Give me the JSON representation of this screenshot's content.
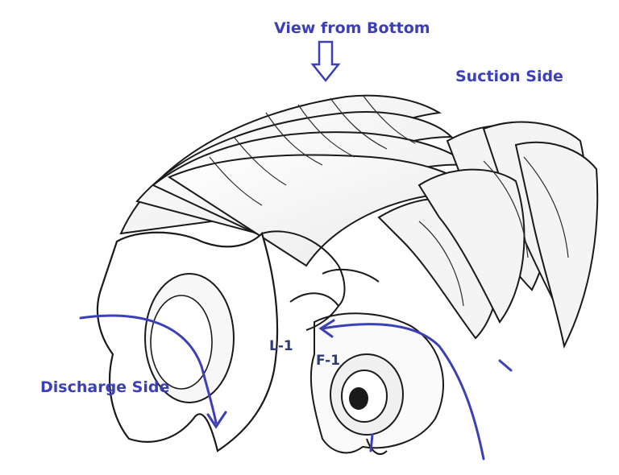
{
  "labels": {
    "view_from_bottom": "View from Bottom",
    "suction_side": "Suction Side",
    "discharge_side": "Discharge Side",
    "l1": "L-1",
    "f1": "F-1"
  },
  "colors": {
    "annotation_blue": "#3b3fb8",
    "label_dark_blue": "#2f3a78",
    "sketch_line": "#1a1a1a"
  }
}
